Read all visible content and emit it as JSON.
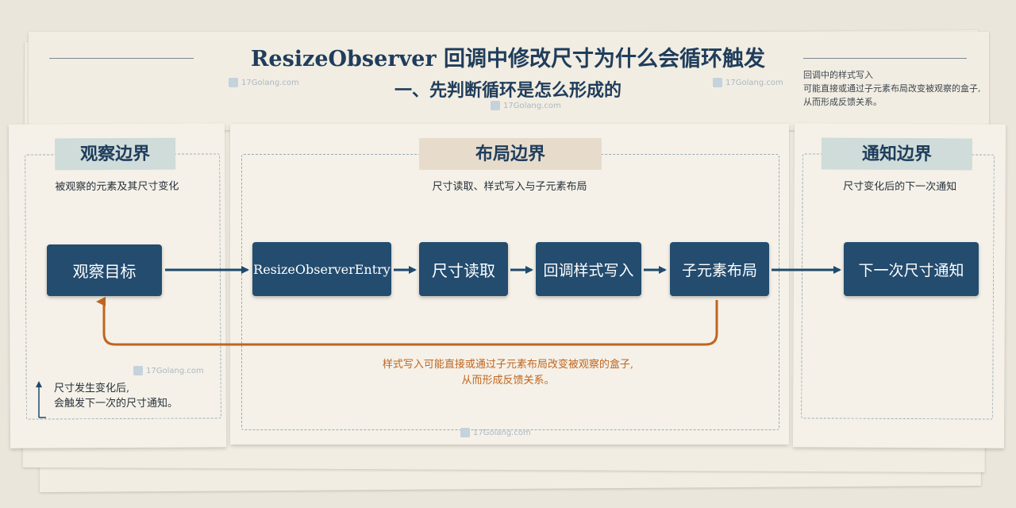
{
  "title": "ResizeObserver 回调中修改尺寸为什么会循环触发",
  "subtitle": "一、先判断循环是怎么形成的",
  "top_note": [
    "回调中的样式写入",
    "可能直接或通过子元素布局改变被观察的盒子,",
    "从而形成反馈关系。"
  ],
  "watermark": "17Golang.com",
  "panels": {
    "observe": {
      "title": "观察边界",
      "subtitle": "被观察的元素及其尺寸变化"
    },
    "layout": {
      "title": "布局边界",
      "subtitle": "尺寸读取、样式写入与子元素布局"
    },
    "notify": {
      "title": "通知边界",
      "subtitle": "尺寸变化后的下一次通知"
    }
  },
  "nodes": {
    "target": "观察目标",
    "entry": "ResizeObserverEntry",
    "read": "尺寸读取",
    "write": "回调样式写入",
    "child": "子元素布局",
    "next": "下一次尺寸通知"
  },
  "feedback_note": [
    "样式写入可能直接或通过子元素布局改变被观察的盒子,",
    "从而形成反馈关系。"
  ],
  "left_note": [
    "尺寸发生变化后,",
    "会触发下一次的尺寸通知。"
  ],
  "colors": {
    "node": "#234c6f",
    "arrow": "#1f4a6e",
    "feedback": "#c0651f",
    "title": "#1f3d5c"
  }
}
